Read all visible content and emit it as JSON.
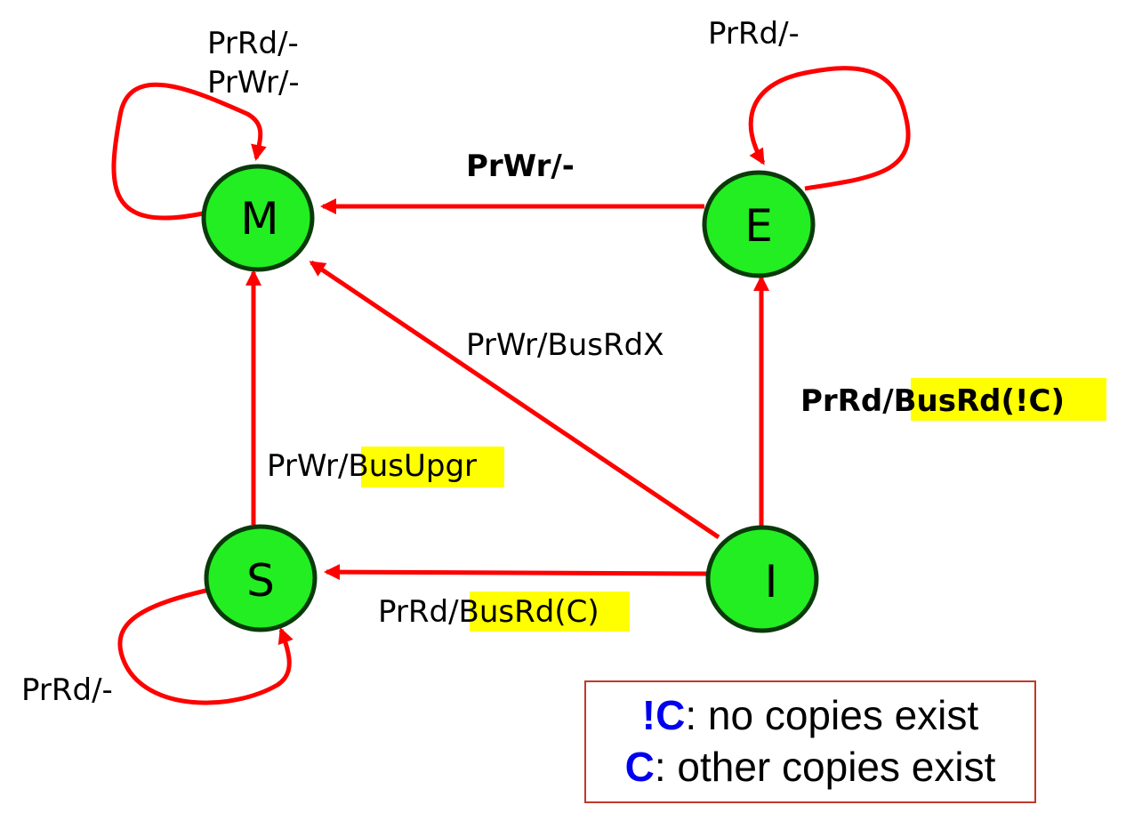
{
  "states": {
    "M": "M",
    "E": "E",
    "S": "S",
    "I": "I"
  },
  "colors": {
    "state_fill": "#22ee22",
    "state_stroke": "#0a3a0a",
    "arrow": "#ff0000",
    "highlight": "#ffff00",
    "legend_border": "#c0392b",
    "legend_key": "#0000ee"
  },
  "transitions": {
    "m_self_1": "PrRd/-",
    "m_self_2": "PrWr/-",
    "e_self": "PrRd/-",
    "e_to_m": "PrWr/-",
    "i_to_m": "PrWr/BusRdX",
    "i_to_e_prefix": "PrRd/",
    "i_to_e_highlight": "BusRd(!C)",
    "s_to_m_prefix": "PrWr/",
    "s_to_m_highlight": "BusUpgr",
    "i_to_s_prefix": "PrRd/",
    "i_to_s_highlight": "BusRd(C)",
    "s_self": "PrRd/-"
  },
  "legend": {
    "row1_key": "!C",
    "row1_text": ": no copies exist",
    "row2_key": "C",
    "row2_text": ": other copies exist"
  }
}
